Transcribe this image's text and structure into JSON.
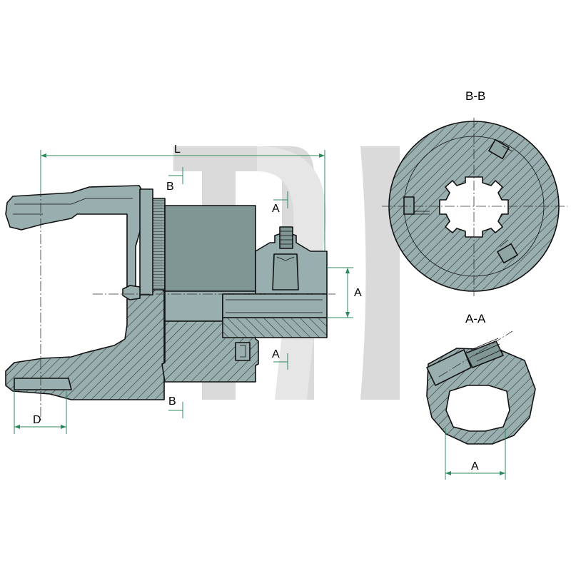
{
  "labels": {
    "length": "L",
    "diameter": "D",
    "section_a": "A",
    "section_b": "B",
    "view_bb": "B-B",
    "view_aa": "A-A",
    "bore": "A"
  },
  "colors": {
    "part_fill": "#99aeae",
    "part_dark": "#7f9695",
    "dimension_line": "#2c8a5e",
    "watermark": "#d9d9d9",
    "outline": "#111111"
  }
}
